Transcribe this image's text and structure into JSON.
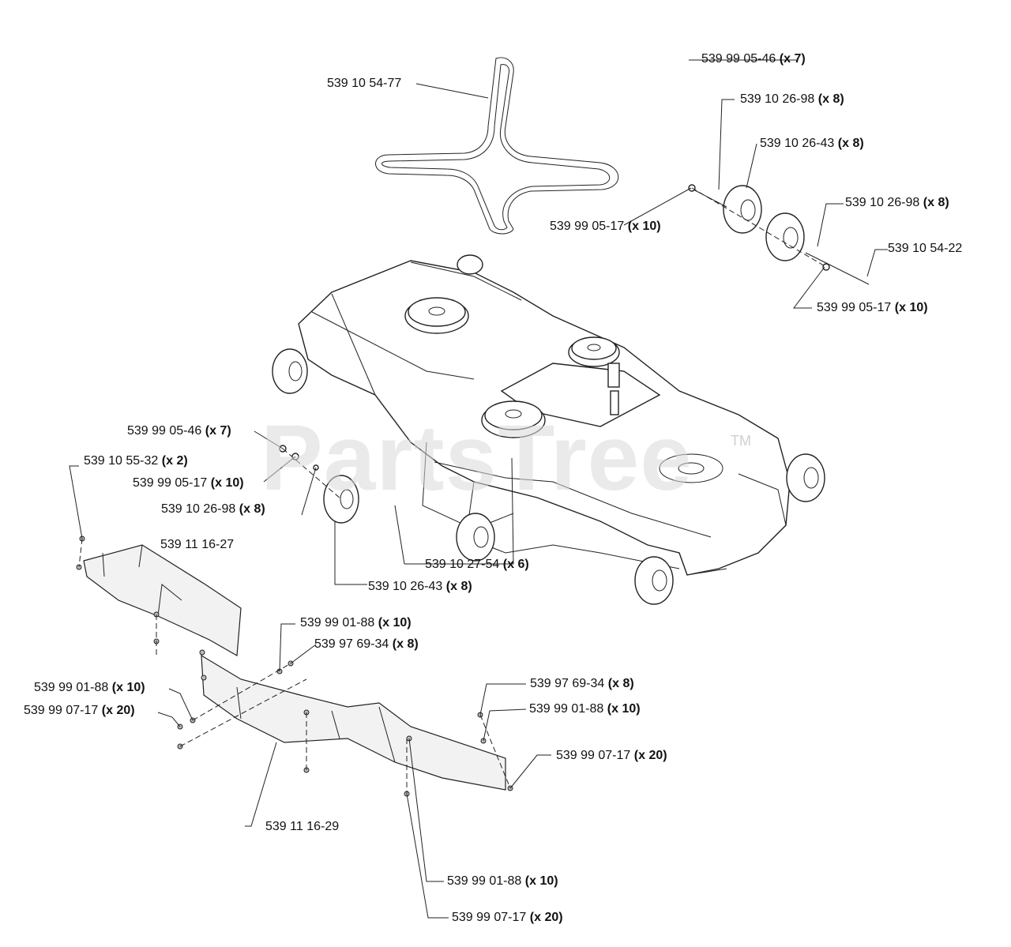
{
  "watermark": {
    "text": "PartsTree",
    "tm": "TM"
  },
  "labels": [
    {
      "part": "539 10 54-77",
      "qty": ""
    },
    {
      "part": "539 99 05-46",
      "qty": "(x 7)"
    },
    {
      "part": "539 10 26-98",
      "qty": "(x 8)"
    },
    {
      "part": "539 10 26-43",
      "qty": "(x 8)"
    },
    {
      "part": "539 10 26-98",
      "qty": "(x 8)"
    },
    {
      "part": "539 99 05-17",
      "qty": "(x 10)"
    },
    {
      "part": "539 10 54-22",
      "qty": ""
    },
    {
      "part": "539 99 05-17",
      "qty": "(x 10)"
    },
    {
      "part": "539 99 05-46",
      "qty": "(x 7)"
    },
    {
      "part": "539 10 55-32",
      "qty": "(x 2)"
    },
    {
      "part": "539 99 05-17",
      "qty": "(x 10)"
    },
    {
      "part": "539 10 26-98",
      "qty": "(x 8)"
    },
    {
      "part": "539 11 16-27",
      "qty": ""
    },
    {
      "part": "539 10 27-54",
      "qty": "(x 6)"
    },
    {
      "part": "539 10 26-43",
      "qty": "(x 8)"
    },
    {
      "part": "539 99 01-88",
      "qty": "(x 10)"
    },
    {
      "part": "539 97 69-34",
      "qty": "(x 8)"
    },
    {
      "part": "539 99 01-88",
      "qty": "(x 10)"
    },
    {
      "part": "539 99 07-17",
      "qty": "(x 20)"
    },
    {
      "part": "539 97 69-34",
      "qty": "(x 8)"
    },
    {
      "part": "539 99 01-88",
      "qty": "(x 10)"
    },
    {
      "part": "539 99 07-17",
      "qty": "(x 20)"
    },
    {
      "part": "539 11 16-29",
      "qty": ""
    },
    {
      "part": "539 99 01-88",
      "qty": "(x 10)"
    },
    {
      "part": "539 99 07-17",
      "qty": "(x 20)"
    }
  ]
}
